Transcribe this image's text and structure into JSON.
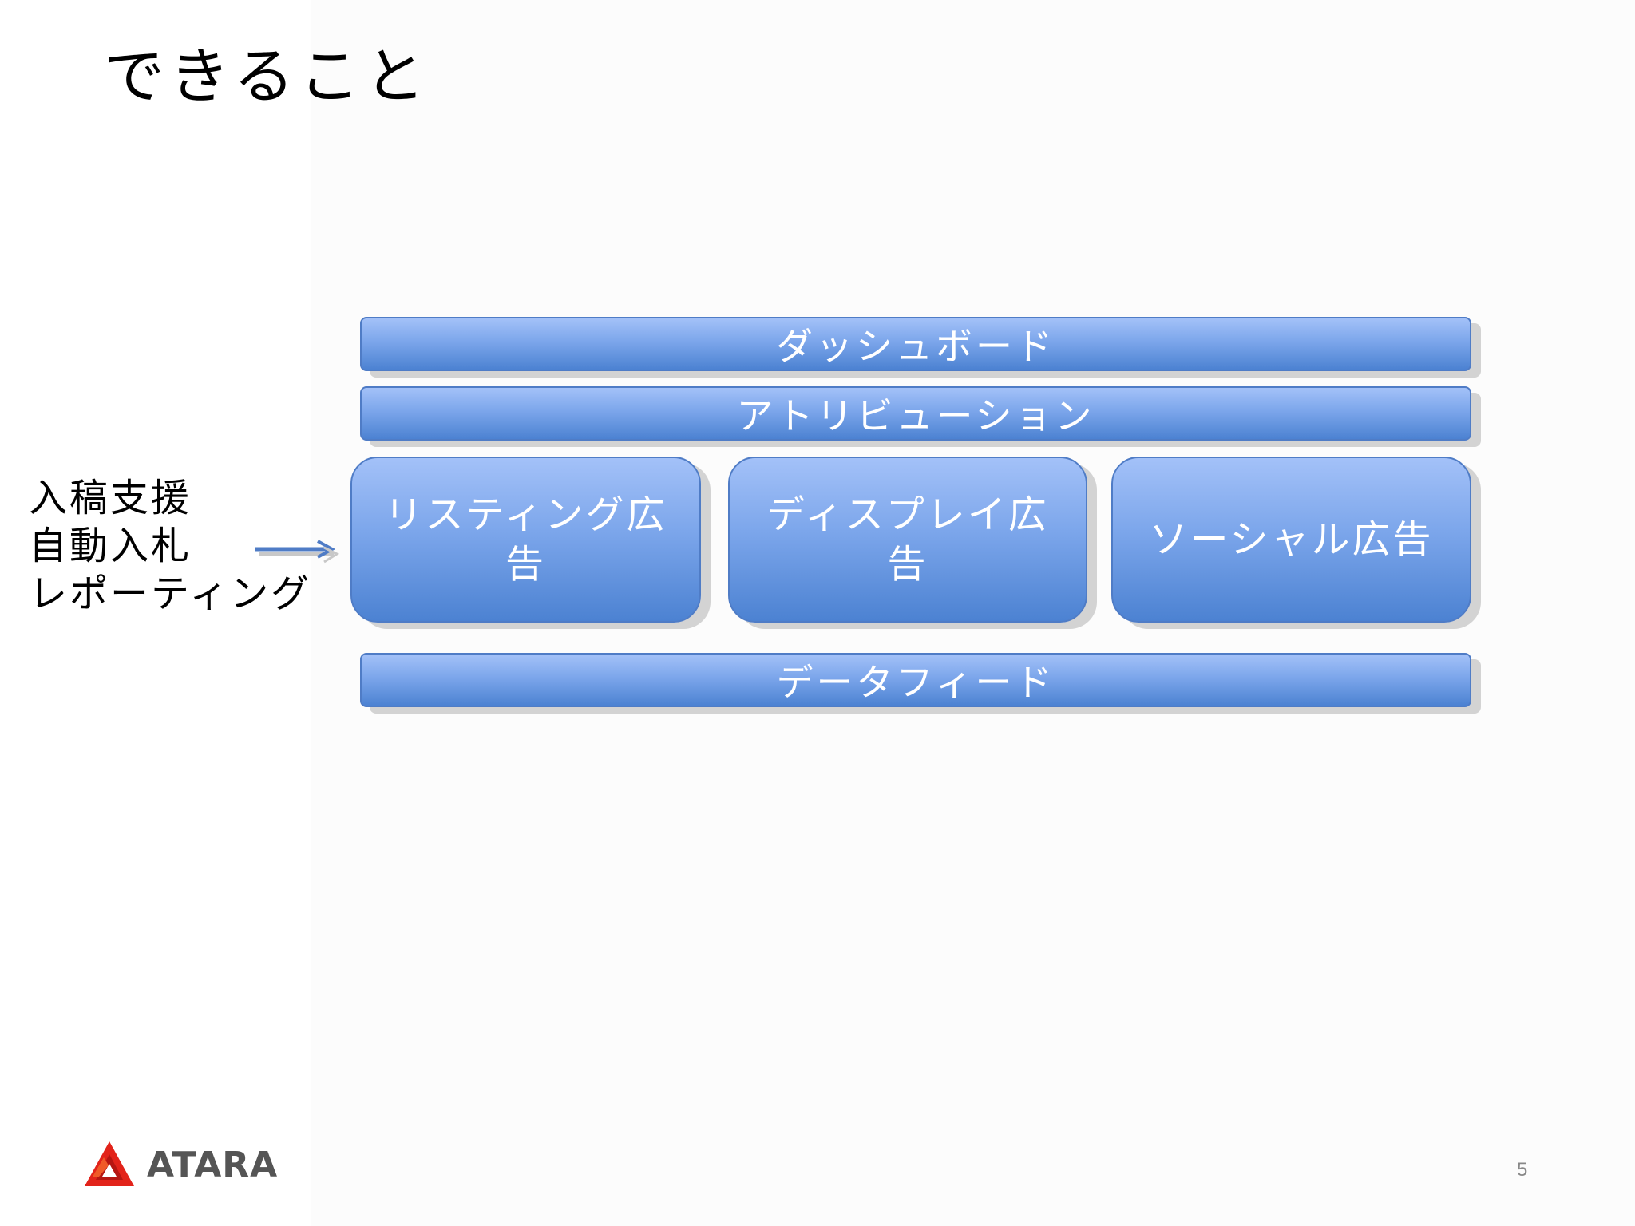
{
  "slide": {
    "title": "できること",
    "page_number": "5"
  },
  "diagram": {
    "top_bars": [
      {
        "label": "ダッシュボード"
      },
      {
        "label": "アトリビューション"
      }
    ],
    "boxes": [
      {
        "label": "リスティング広告"
      },
      {
        "label": "ディスプレイ広告"
      },
      {
        "label": "ソーシャル広告"
      }
    ],
    "bottom_bar": {
      "label": "データフィード"
    },
    "side_labels": [
      "入稿支援",
      "自動入札",
      "レポーティング"
    ]
  },
  "logo": {
    "text": "ATARA"
  },
  "colors": {
    "box_fill_top": "#a3c1f8",
    "box_fill_bottom": "#4c82d2",
    "box_border": "#4f7cc6",
    "arrow": "#4f7cc6",
    "logo_red": "#e2231a"
  }
}
